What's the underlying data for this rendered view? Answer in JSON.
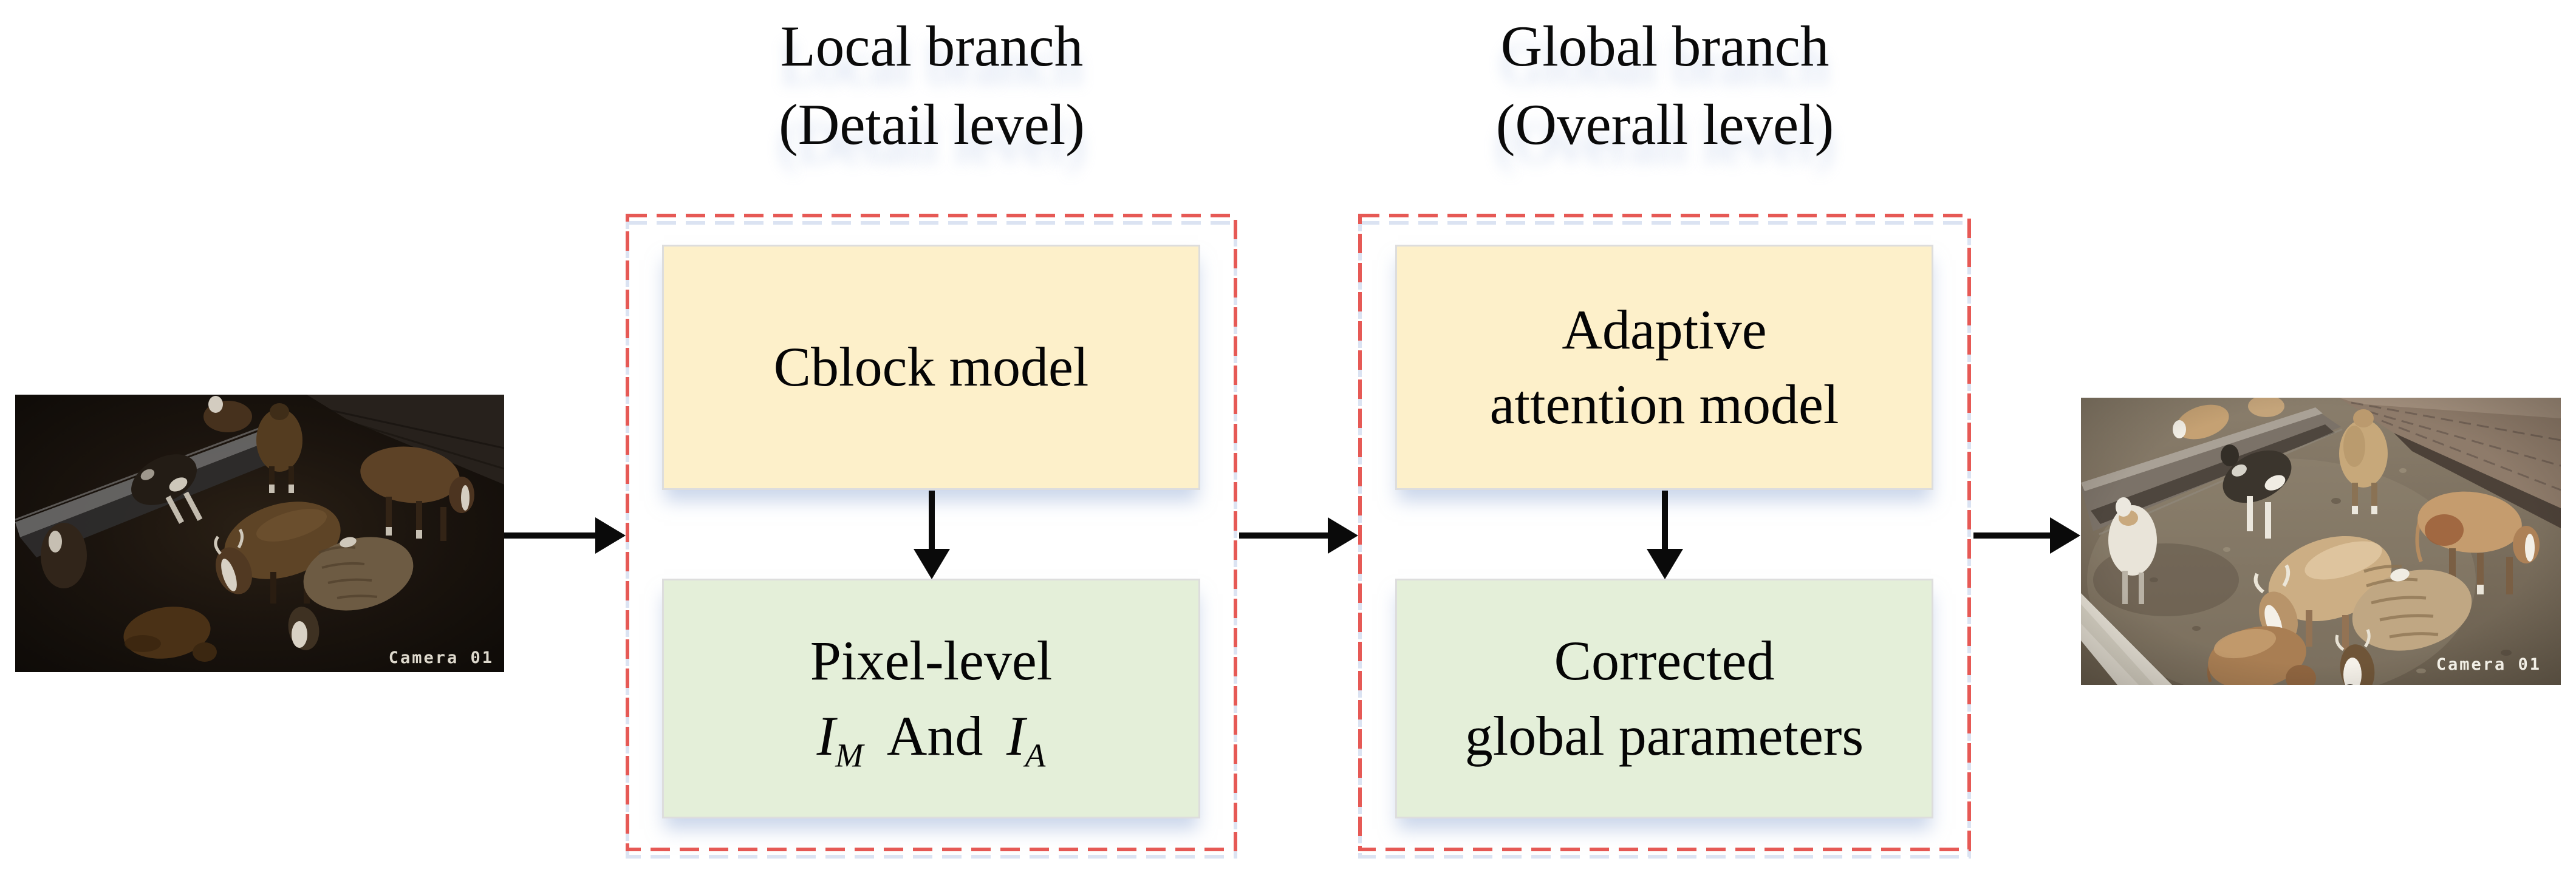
{
  "colors": {
    "background": "#ffffff",
    "dashed_border": "#e65955",
    "model_box_fill": "#fdf0ca",
    "output_box_fill": "#e4efd9",
    "box_border": "#dddddd",
    "arrow": "#0a0a0a",
    "text": "#050505",
    "camera_label_text": "#f0ece2"
  },
  "local_branch": {
    "title_line1": "Local branch",
    "title_line2": "(Detail level)",
    "model_box_label": "Cblock model",
    "output_box_line1": "Pixel-level",
    "output_box_math": {
      "var1": "I",
      "sub1": "M",
      "conjunction": "And",
      "var2": "I",
      "sub2": "A"
    }
  },
  "global_branch": {
    "title_line1": "Global branch",
    "title_line2": "(Overall level)",
    "model_box_line1": "Adaptive",
    "model_box_line2": "attention model",
    "output_box_line1": "Corrected",
    "output_box_line2": "global parameters"
  },
  "input_image": {
    "camera_label": "Camera 01"
  },
  "output_image": {
    "camera_label": "Camera 01"
  }
}
